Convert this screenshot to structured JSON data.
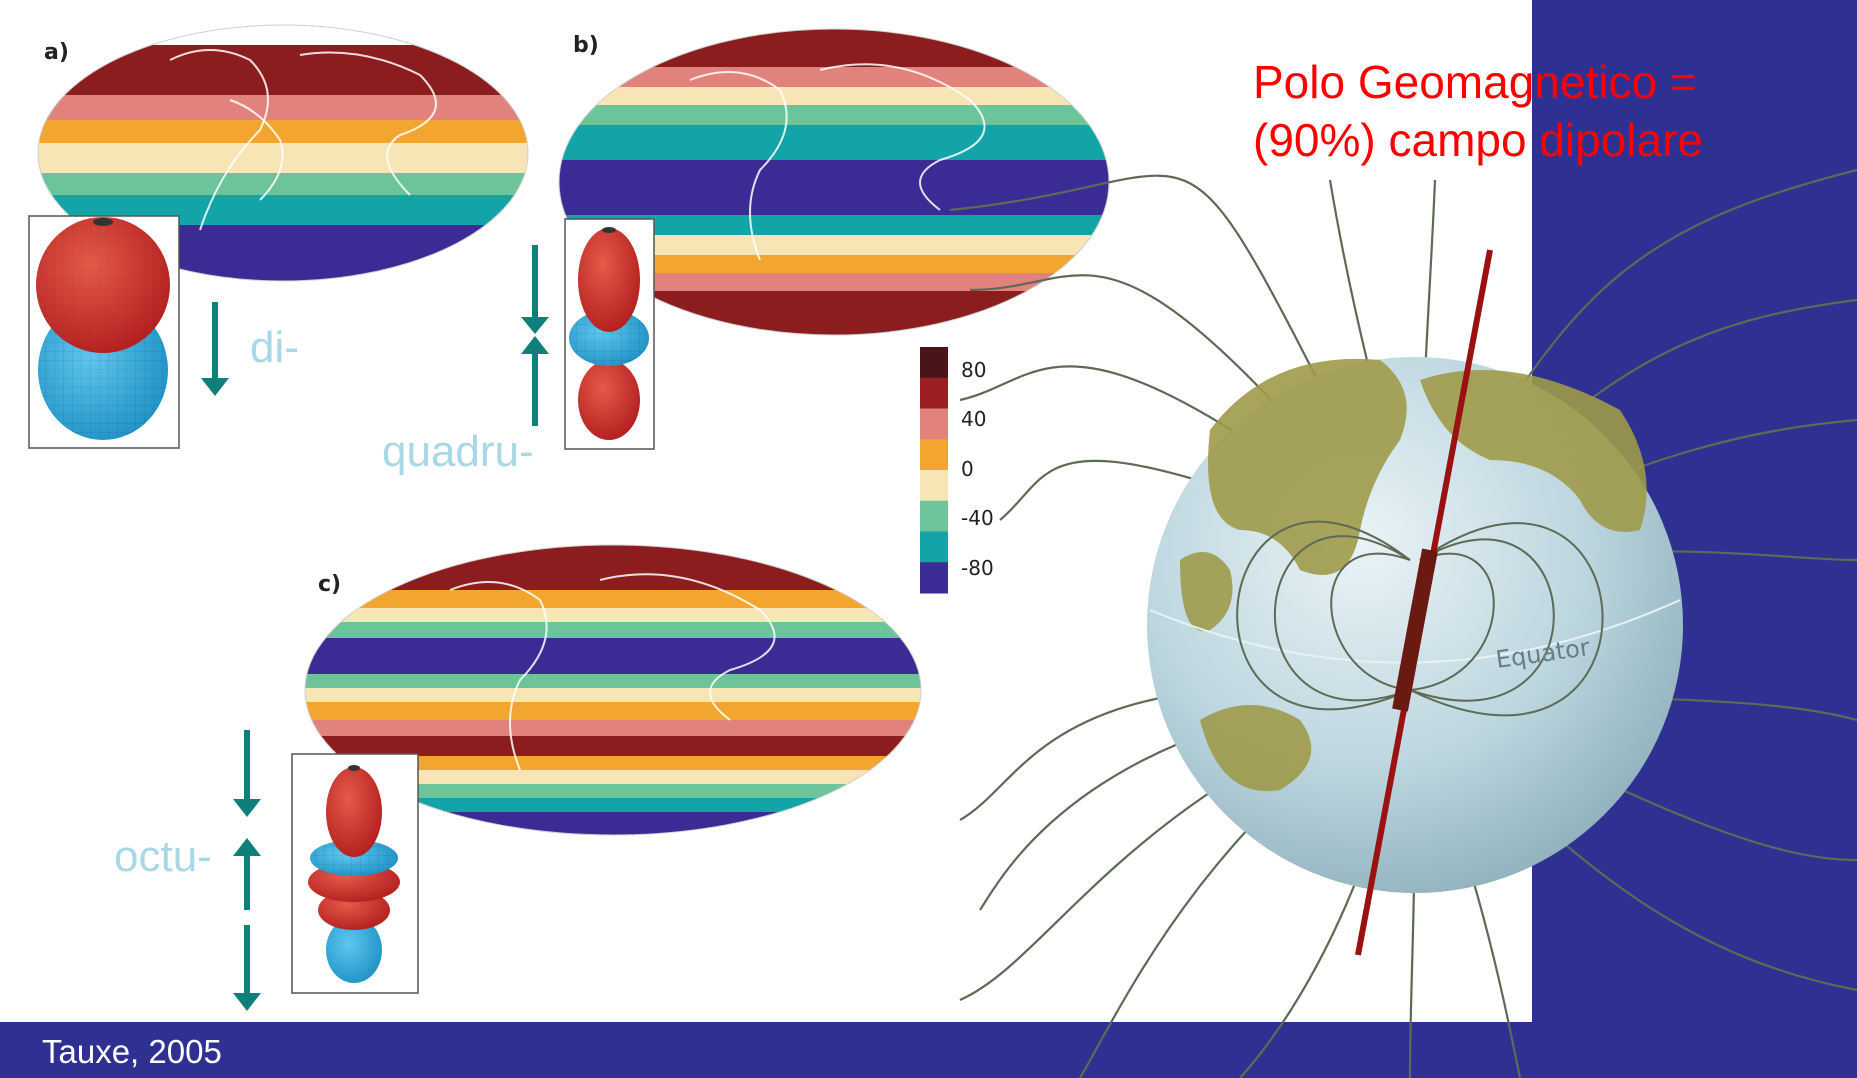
{
  "panels": {
    "a": {
      "letter": "a)",
      "term": "di-"
    },
    "b": {
      "letter": "b)",
      "term": "quadru-"
    },
    "c": {
      "letter": "c)",
      "term": "octu-"
    }
  },
  "colorbar": {
    "ticks": [
      "80",
      "40",
      "0",
      "-40",
      "-80"
    ],
    "colors": [
      "#4a1518",
      "#9b1f22",
      "#e1837c",
      "#f2a52f",
      "#f8e5b6",
      "#6bc49a",
      "#12a4a6",
      "#3a2c94"
    ]
  },
  "globe": {
    "pole_label": [
      "Polo Geomagnetico =",
      "(90%) campo dipolare"
    ],
    "equator_label": "Equator"
  },
  "citation": "Tauxe, 2005",
  "colors": {
    "background": "#2e3192",
    "pole_label": "#ff0000",
    "term_labels": "#a8d8e6",
    "arrow": "#0f7f7a",
    "field_line": "#5d6a55",
    "pole_axis": "#9b1010"
  }
}
